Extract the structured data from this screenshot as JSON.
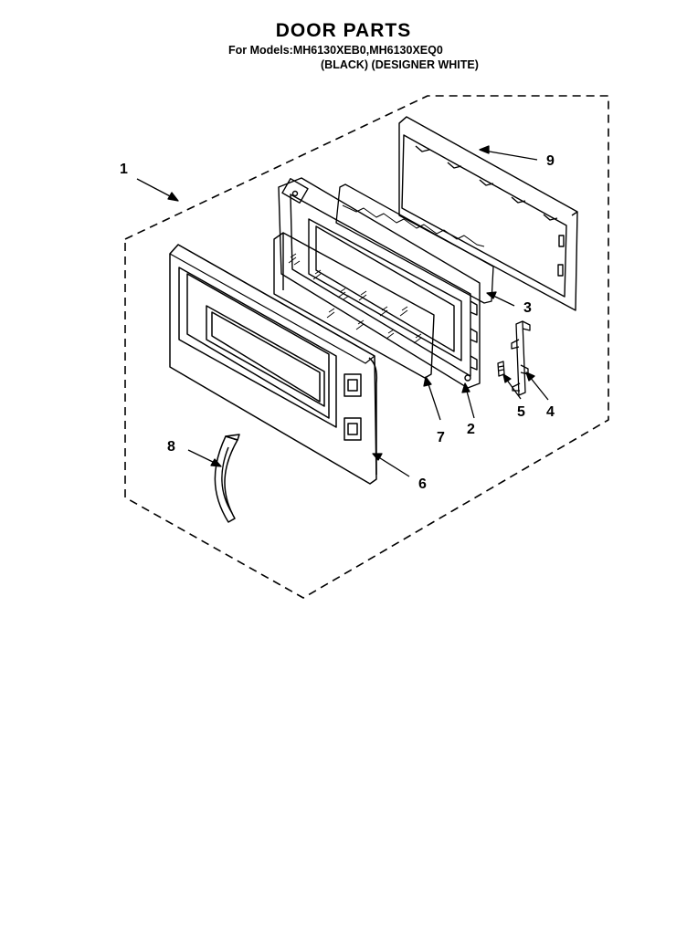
{
  "header": {
    "title": "DOOR PARTS",
    "models_line": "For Models:MH6130XEB0,MH6130XEQ0",
    "colors_line": "(BLACK) (DESIGNER WHITE)"
  },
  "callouts": {
    "c1": "1",
    "c2": "2",
    "c3": "3",
    "c4": "4",
    "c5": "5",
    "c6": "6",
    "c7": "7",
    "c8": "8",
    "c9": "9"
  }
}
